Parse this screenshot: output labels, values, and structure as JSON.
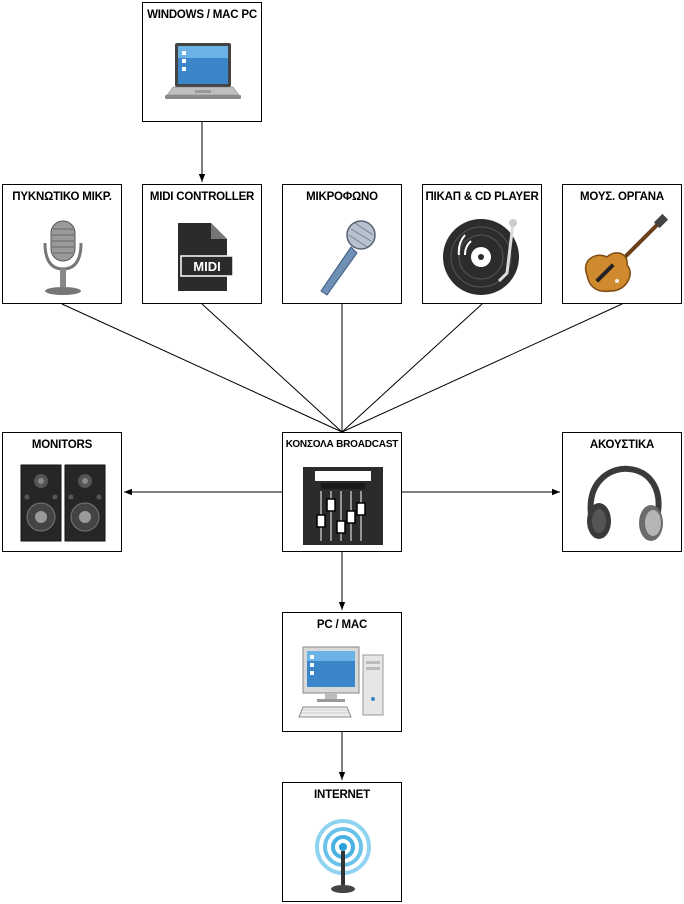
{
  "diagram": {
    "nodes": {
      "windows_mac_pc": {
        "label": "WINDOWS / MAC PC",
        "icon": "laptop-icon"
      },
      "condenser_mic": {
        "label": "ΠΥΚΝΩΤΙΚΟ ΜΙΚΡ.",
        "icon": "studio-microphone-icon"
      },
      "midi_controller": {
        "label": "MIDI CONTROLLER",
        "icon": "midi-file-icon",
        "icon_text": "MIDI"
      },
      "microphone": {
        "label": "ΜΙΚΡΟΦΩΝΟ",
        "icon": "handheld-microphone-icon"
      },
      "turntable_cd": {
        "label": "ΠΙΚΑΠ & CD PLAYER",
        "icon": "vinyl-record-icon"
      },
      "instruments": {
        "label": "ΜΟΥΣ. ΟΡΓΑΝΑ",
        "icon": "electric-guitar-icon"
      },
      "monitors": {
        "label": "MONITORS",
        "icon": "speakers-icon"
      },
      "broadcast_console": {
        "label": "ΚΟΝΣΟΛΑ BROADCAST",
        "icon": "mixer-icon"
      },
      "headphones": {
        "label": "ΑΚΟΥΣΤΙΚΑ",
        "icon": "headphones-icon"
      },
      "pc_mac": {
        "label": "PC / MAC",
        "icon": "desktop-computer-icon"
      },
      "internet": {
        "label": "INTERNET",
        "icon": "wireless-antenna-icon"
      }
    },
    "connections": [
      {
        "from": "windows_mac_pc",
        "to": "midi_controller",
        "arrow": true
      },
      {
        "from": "condenser_mic",
        "to": "broadcast_console",
        "arrow": false
      },
      {
        "from": "midi_controller",
        "to": "broadcast_console",
        "arrow": false
      },
      {
        "from": "microphone",
        "to": "broadcast_console",
        "arrow": false
      },
      {
        "from": "turntable_cd",
        "to": "broadcast_console",
        "arrow": false
      },
      {
        "from": "instruments",
        "to": "broadcast_console",
        "arrow": false
      },
      {
        "from": "broadcast_console",
        "to": "monitors",
        "arrow": true
      },
      {
        "from": "broadcast_console",
        "to": "headphones",
        "arrow": true
      },
      {
        "from": "broadcast_console",
        "to": "pc_mac",
        "arrow": true
      },
      {
        "from": "pc_mac",
        "to": "internet",
        "arrow": true
      }
    ]
  }
}
